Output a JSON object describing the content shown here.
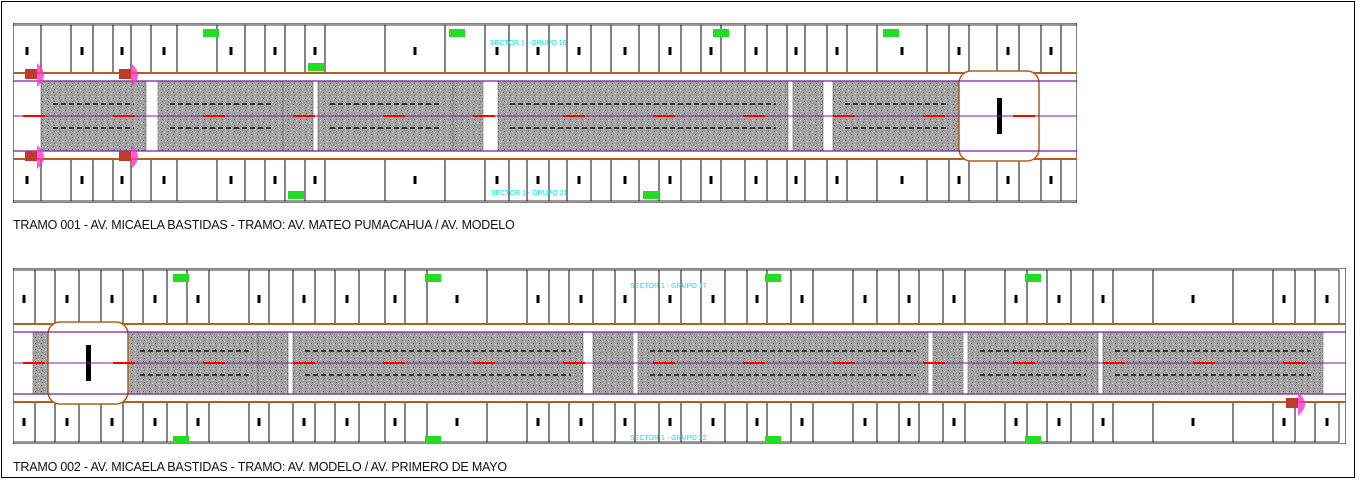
{
  "drawing": {
    "colors": {
      "outline": "#000000",
      "curb": "#b0601c",
      "axis": "#7a1fa2",
      "centerline": "#ff0000",
      "pavement": "#9d9d9d",
      "lot_marker": "#22dd22",
      "label": "#00e5ee",
      "crossing": "#ff33cc"
    },
    "tramos": [
      {
        "caption": "TRAMO 001 - AV. MICAELA BASTIDAS - TRAMO: AV. MATEO PUMACAHUA / AV. MODELO",
        "group_top": "SECTOR 1 - GRUPO 16",
        "group_bottom": "SECTOR 1 - GRUPO 21"
      },
      {
        "caption": "TRAMO 002 - AV. MICAELA BASTIDAS - TRAMO: AV. MODELO / AV. PRIMERO DE MAYO",
        "group_top": "SECTOR 1 - GRUPO 17",
        "group_bottom": "SECTOR 1 - GRUPO 22"
      }
    ]
  }
}
